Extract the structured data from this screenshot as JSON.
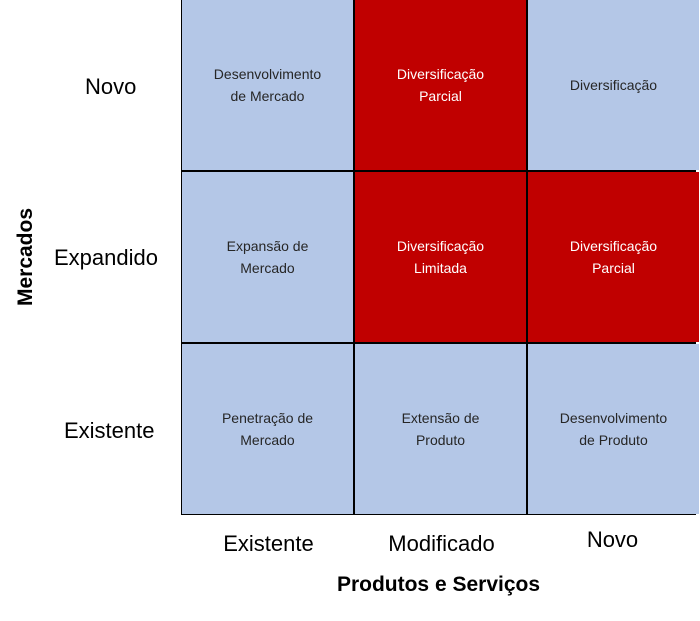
{
  "axis_titles": {
    "y": "Mercados",
    "x": "Produtos e Serviços"
  },
  "row_labels": [
    "Novo",
    "Expandido",
    "Existente"
  ],
  "col_labels": [
    "Existente",
    "Modificado",
    "Novo"
  ],
  "cells": [
    [
      {
        "line1": "Desenvolvimento",
        "line2": "de Mercado",
        "highlight": false
      },
      {
        "line1": "Diversificação",
        "line2": "Parcial",
        "highlight": true
      },
      {
        "line1": "Diversificação",
        "line2": "",
        "highlight": false
      }
    ],
    [
      {
        "line1": "Expansão de",
        "line2": "Mercado",
        "highlight": false
      },
      {
        "line1": "Diversificação",
        "line2": "Limitada",
        "highlight": true
      },
      {
        "line1": "Diversificação",
        "line2": "Parcial",
        "highlight": true
      }
    ],
    [
      {
        "line1": "Penetração de",
        "line2": "Mercado",
        "highlight": false
      },
      {
        "line1": "Extensão de",
        "line2": "Produto",
        "highlight": false
      },
      {
        "line1": "Desenvolvimento",
        "line2": "de Produto",
        "highlight": false
      }
    ]
  ],
  "colors": {
    "cell_default": "#b4c7e7",
    "cell_highlight": "#c00000",
    "border": "#000000"
  }
}
